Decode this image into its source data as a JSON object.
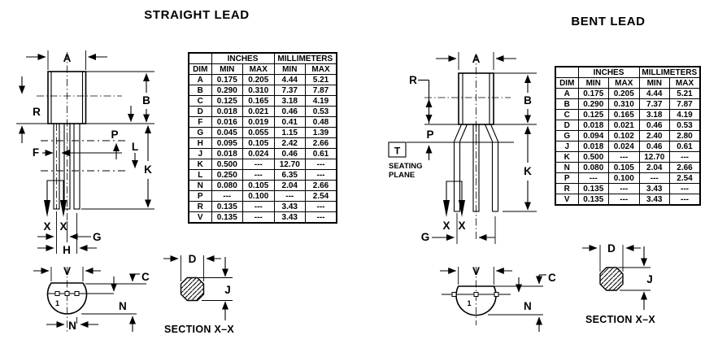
{
  "straight": {
    "title": "STRAIGHT LEAD",
    "section_title": "SECTION X–X",
    "pin1": "1",
    "labels": {
      "A": "A",
      "B": "B",
      "R": "R",
      "P": "P",
      "L": "L",
      "K": "K",
      "F": "F",
      "G": "G",
      "H": "H",
      "X1": "X",
      "X2": "X",
      "V": "V",
      "C": "C",
      "N1": "N",
      "N2": "N",
      "D": "D",
      "J": "J"
    },
    "table": {
      "corner": "",
      "group_headers": [
        "INCHES",
        "MILLIMETERS"
      ],
      "col_headers": [
        "DIM",
        "MIN",
        "MAX",
        "MIN",
        "MAX"
      ],
      "rows": [
        {
          "dim": "A",
          "in_min": "0.175",
          "in_max": "0.205",
          "mm_min": "4.44",
          "mm_max": "5.21"
        },
        {
          "dim": "B",
          "in_min": "0.290",
          "in_max": "0.310",
          "mm_min": "7.37",
          "mm_max": "7.87"
        },
        {
          "dim": "C",
          "in_min": "0.125",
          "in_max": "0.165",
          "mm_min": "3.18",
          "mm_max": "4.19"
        },
        {
          "dim": "D",
          "in_min": "0.018",
          "in_max": "0.021",
          "mm_min": "0.46",
          "mm_max": "0.53"
        },
        {
          "dim": "F",
          "in_min": "0.016",
          "in_max": "0.019",
          "mm_min": "0.41",
          "mm_max": "0.48"
        },
        {
          "dim": "G",
          "in_min": "0.045",
          "in_max": "0.055",
          "mm_min": "1.15",
          "mm_max": "1.39"
        },
        {
          "dim": "H",
          "in_min": "0.095",
          "in_max": "0.105",
          "mm_min": "2.42",
          "mm_max": "2.66"
        },
        {
          "dim": "J",
          "in_min": "0.018",
          "in_max": "0.024",
          "mm_min": "0.46",
          "mm_max": "0.61"
        },
        {
          "dim": "K",
          "in_min": "0.500",
          "in_max": "---",
          "mm_min": "12.70",
          "mm_max": "---"
        },
        {
          "dim": "L",
          "in_min": "0.250",
          "in_max": "---",
          "mm_min": "6.35",
          "mm_max": "---"
        },
        {
          "dim": "N",
          "in_min": "0.080",
          "in_max": "0.105",
          "mm_min": "2.04",
          "mm_max": "2.66"
        },
        {
          "dim": "P",
          "in_min": "---",
          "in_max": "0.100",
          "mm_min": "---",
          "mm_max": "2.54"
        },
        {
          "dim": "R",
          "in_min": "0.135",
          "in_max": "---",
          "mm_min": "3.43",
          "mm_max": "---"
        },
        {
          "dim": "V",
          "in_min": "0.135",
          "in_max": "---",
          "mm_min": "3.43",
          "mm_max": "---"
        }
      ]
    }
  },
  "bent": {
    "title": "BENT LEAD",
    "section_title": "SECTION X–X",
    "pin1": "1",
    "seating": {
      "t": "T",
      "line1": "SEATING",
      "line2": "PLANE"
    },
    "labels": {
      "A": "A",
      "B": "B",
      "R": "R",
      "P": "P",
      "K": "K",
      "G": "G",
      "X1": "X",
      "X2": "X",
      "V": "V",
      "C": "C",
      "N": "N",
      "D": "D",
      "J": "J"
    },
    "table": {
      "corner": "",
      "group_headers": [
        "INCHES",
        "MILLIMETERS"
      ],
      "col_headers": [
        "DIM",
        "MIN",
        "MAX",
        "MIN",
        "MAX"
      ],
      "rows": [
        {
          "dim": "A",
          "in_min": "0.175",
          "in_max": "0.205",
          "mm_min": "4.44",
          "mm_max": "5.21"
        },
        {
          "dim": "B",
          "in_min": "0.290",
          "in_max": "0.310",
          "mm_min": "7.37",
          "mm_max": "7.87"
        },
        {
          "dim": "C",
          "in_min": "0.125",
          "in_max": "0.165",
          "mm_min": "3.18",
          "mm_max": "4.19"
        },
        {
          "dim": "D",
          "in_min": "0.018",
          "in_max": "0.021",
          "mm_min": "0.46",
          "mm_max": "0.53"
        },
        {
          "dim": "G",
          "in_min": "0.094",
          "in_max": "0.102",
          "mm_min": "2.40",
          "mm_max": "2.80"
        },
        {
          "dim": "J",
          "in_min": "0.018",
          "in_max": "0.024",
          "mm_min": "0.46",
          "mm_max": "0.61"
        },
        {
          "dim": "K",
          "in_min": "0.500",
          "in_max": "---",
          "mm_min": "12.70",
          "mm_max": "---"
        },
        {
          "dim": "N",
          "in_min": "0.080",
          "in_max": "0.105",
          "mm_min": "2.04",
          "mm_max": "2.66"
        },
        {
          "dim": "P",
          "in_min": "---",
          "in_max": "0.100",
          "mm_min": "---",
          "mm_max": "2.54"
        },
        {
          "dim": "R",
          "in_min": "0.135",
          "in_max": "---",
          "mm_min": "3.43",
          "mm_max": "---"
        },
        {
          "dim": "V",
          "in_min": "0.135",
          "in_max": "---",
          "mm_min": "3.43",
          "mm_max": "---"
        }
      ]
    }
  },
  "colors": {
    "ink": "#000000",
    "paper": "#ffffff"
  }
}
